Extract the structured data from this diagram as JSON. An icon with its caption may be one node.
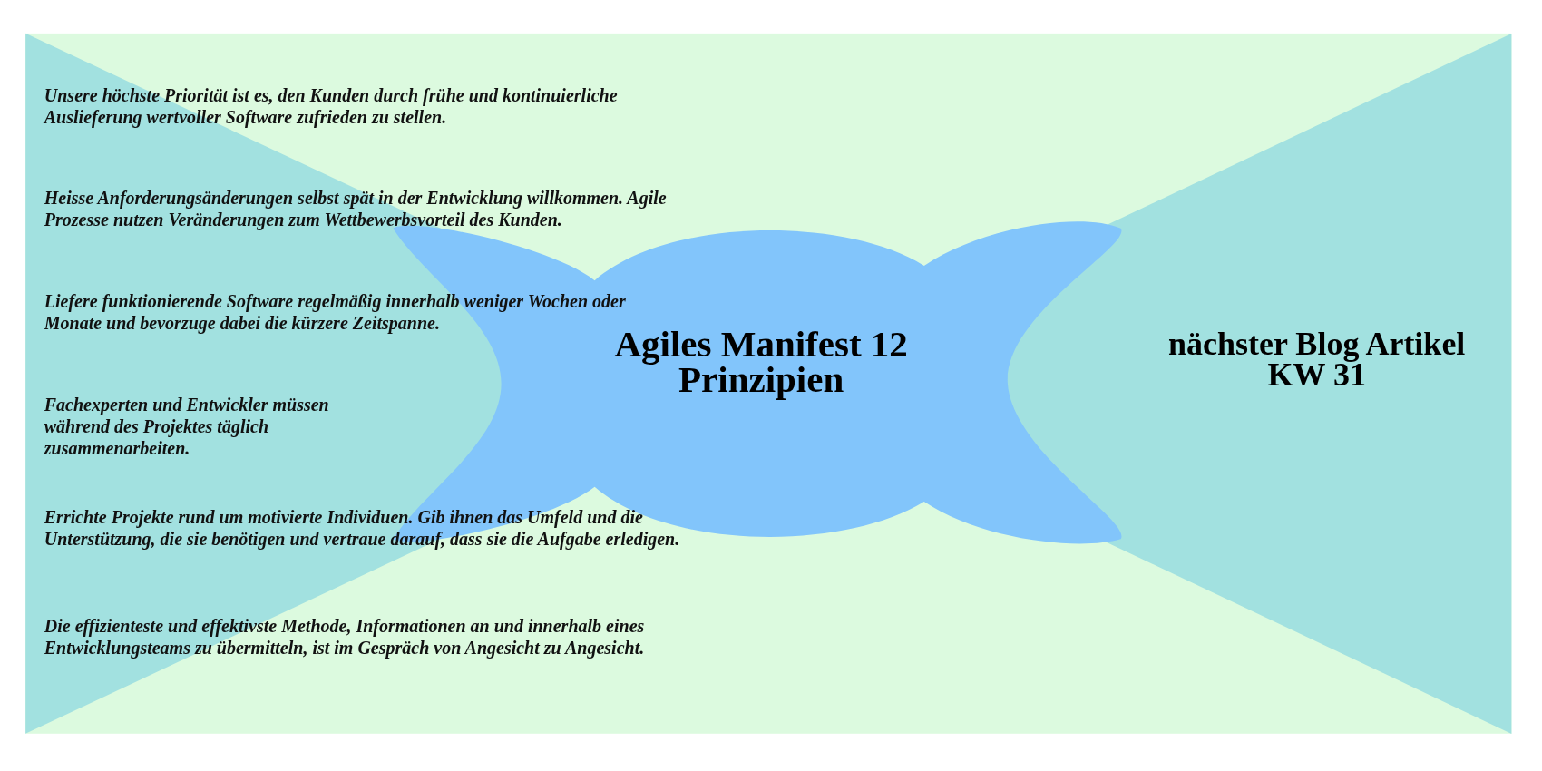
{
  "diagram": {
    "nodes": [
      {
        "text": [
          "Agiles Manifest 12 Prinzipien"
        ]
      },
      {
        "text": [
          "nächster Blog Artikel KW 31"
        ]
      }
    ],
    "labels": [
      "Unsere höchste Priorität ist es, den Kunden durch frühe und kontinuierliche Auslieferung wertvoller Software zufrieden zu stellen.",
      "Heisse Anforderungsänderungen selbst spät in der Entwicklung willkommen. Agile Prozesse nutzen Veränderungen zum Wettbewerbsvorteil des Kunden.",
      "Liefere funktionierende Software regelmäßig innerhalb weniger Wochen oder Monate und bevorzuge dabei die kürzere Zeitspanne.",
      "Fachexperten und Entwickler müssen während des Projektes täglich zusammenarbeiten.",
      "Errichte Projekte rund um motivierte Individuen. Gib ihnen das Umfeld und die Unterstützung, die sie benötigen und vertraue darauf, dass sie die Aufgabe erledigen.",
      "Die effizienteste und effektivste Methode, Informationen an und innerhalb eines Entwicklungsteams zu übermitteln, ist im Gespräch von Angesicht zu Angesicht."
    ]
  }
}
